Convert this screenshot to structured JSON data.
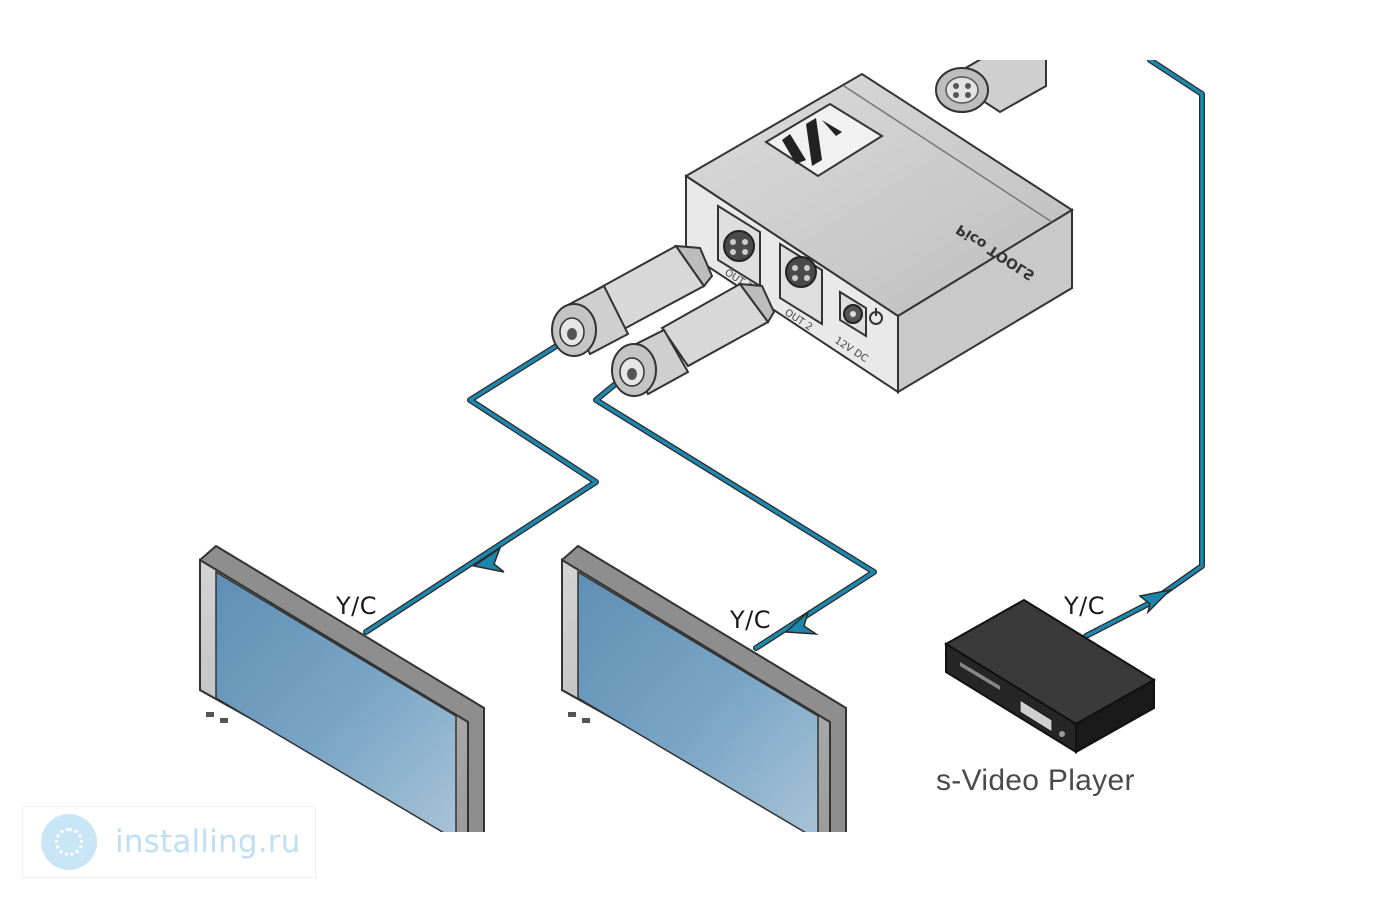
{
  "labels": {
    "yc_left": "Y/C",
    "yc_middle": "Y/C",
    "yc_player": "Y/C",
    "player": "s-Video Player"
  },
  "device": {
    "brand": "Pico TOOLS",
    "out1": "OUT 1",
    "out2": "OUT 2",
    "power": "12V DC"
  },
  "watermark": {
    "text": "installing.ru"
  },
  "colors": {
    "cable": "#1d86ad",
    "device_body": "#e4e4e4",
    "screen": "#6f9ec0",
    "player_body": "#2b2b2b"
  }
}
